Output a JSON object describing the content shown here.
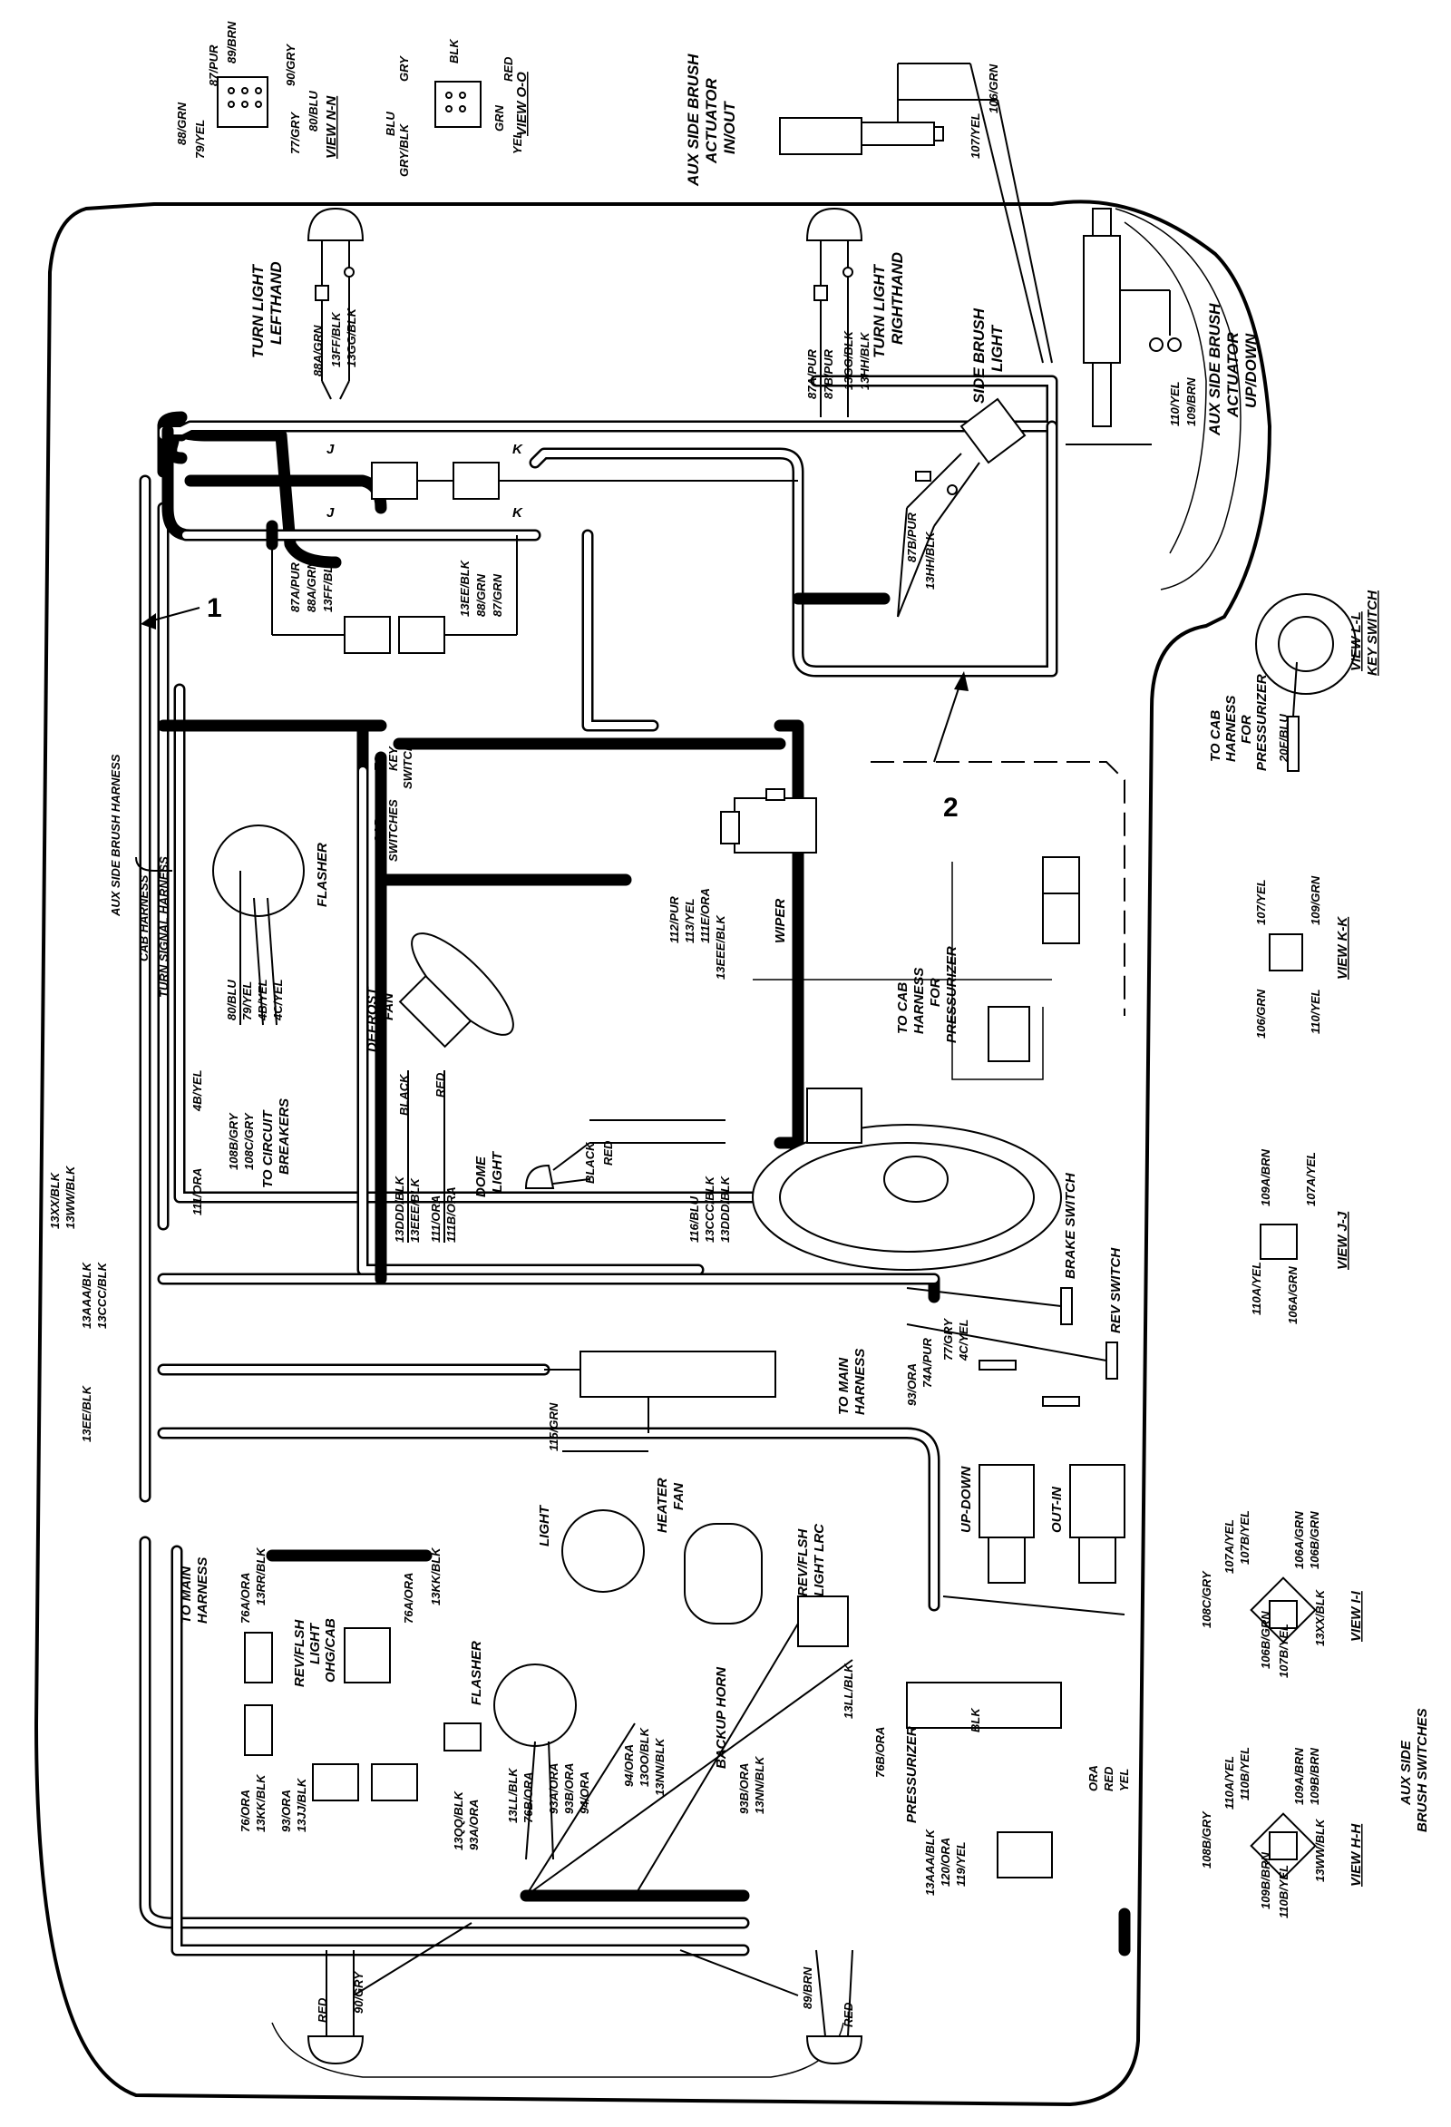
{
  "labels": {
    "view_nn": "VIEW N-N",
    "view_oo": "VIEW O-O",
    "view_ll": "VIEW L-L",
    "view_ll_sub": "KEY SWITCH",
    "view_kk": "VIEW K-K",
    "view_jj": "VIEW J-J",
    "view_ii": "VIEW I-I",
    "view_hh": "VIEW H-H",
    "aux_side_brush_switches": [
      "AUX SIDE",
      "BRUSH SWITCHES"
    ],
    "aux_actuator_inout": [
      "AUX SIDE BRUSH",
      "ACTUATOR",
      "IN/OUT"
    ],
    "aux_actuator_updown": [
      "AUX SIDE BRUSH",
      "ACTUATOR",
      "UP/DOWN"
    ],
    "turn_light_lh": [
      "TURN LIGHT",
      "LEFTHAND"
    ],
    "turn_light_rh": [
      "TURN LIGHT",
      "RIGHTHAND"
    ],
    "side_brush_light": [
      "SIDE BRUSH",
      "LIGHT"
    ],
    "to_cab_harness_1": [
      "TO CAB",
      "HARNESS",
      "FOR",
      "PRESSURIZER"
    ],
    "to_cab_harness_2": [
      "TO CAB",
      "HARNESS",
      "FOR",
      "PRESSURIZER"
    ],
    "to_key_switch": [
      "TO",
      "KEY",
      "SWITCH"
    ],
    "cab_switches": [
      "CAB",
      "SWITCHES"
    ],
    "wiper": "WIPER",
    "flasher_top": "FLASHER",
    "flasher_bottom": "FLASHER",
    "defrost_fan": [
      "DEFROST",
      "FAN"
    ],
    "dome_light": [
      "DOME",
      "LIGHT"
    ],
    "to_circuit_breakers": [
      "TO CIRCUIT",
      "BREAKERS"
    ],
    "heater_fan": [
      "HEATER",
      "FAN"
    ],
    "to_main_harness_1": [
      "TO MAIN",
      "HARNESS"
    ],
    "to_main_harness_2": [
      "TO MAIN",
      "HARNESS"
    ],
    "brake_switch": "BRAKE SWITCH",
    "rev_switch": "REV SWITCH",
    "up_down": "UP-DOWN",
    "out_in": "OUT-IN",
    "light": "LIGHT",
    "backup_horn": "BACKUP HORN",
    "rev_flsh_lrc": [
      "REV/FLSH",
      "LIGHT LRC"
    ],
    "rev_flsh_cab": [
      "REV/FLSH",
      "LIGHT",
      "OHG/CAB"
    ],
    "pressurizer": "PRESSURIZER",
    "aux_brush_harness": "AUX SIDE BRUSH HARNESS",
    "cab_harness": "CAB HARNESS",
    "turn_signal_harness": "TURN SIGNAL HARNESS",
    "black": "BLACK",
    "red": "RED",
    "callout_1": "1",
    "callout_2": "2"
  },
  "wire_labels": {
    "nn": [
      "88/GRN",
      "79/YEL",
      "87/PUR",
      "89/BRN",
      "90/GRY",
      "77/GRY",
      "80/BLU"
    ],
    "oo": [
      "GRY",
      "BLK",
      "RED",
      "BLU",
      "GRY/BLK",
      "YEL",
      "GRN"
    ],
    "inout": [
      "107/YEL",
      "106/GRN"
    ],
    "updown": [
      "110/YEL",
      "109/BRN"
    ],
    "turn_lh": [
      "88A/GRN",
      "13FF/BLK",
      "13GG/BLK"
    ],
    "turn_rh": [
      "87A/PUR",
      "87B/PUR",
      "13GG/BLK",
      "13HH/BLK"
    ],
    "side_light": [
      "87B/PUR",
      "13HH/BLK"
    ],
    "conn_left": [
      "87A/PUR",
      "88A/GRN",
      "13FF/BLK"
    ],
    "conn_right": [
      "13EE/BLK",
      "88/GRN",
      "87/GRN"
    ],
    "key": "20F/BLU",
    "kk": [
      "107/YEL",
      "109/GRN",
      "106/GRN",
      "110/YEL"
    ],
    "jj": [
      "109A/BRN",
      "107A/YEL",
      "110A/YEL",
      "106A/GRN"
    ],
    "wiper": [
      "112/PUR",
      "113/YEL",
      "111E/ORA",
      "13EEE/BLK"
    ],
    "flasher_top": [
      "80/BLU",
      "79/YEL",
      "4B/YEL",
      "4C/YEL"
    ],
    "w4b": "4B/YEL",
    "breakers": [
      "108B/GRY",
      "108C/GRY"
    ],
    "w111": "111/ORA",
    "gnd_top": [
      "13XX/BLK",
      "13WW/BLK"
    ],
    "gnd_mid": [
      "13AAA/BLK",
      "13CCC/BLK"
    ],
    "gnd_13ee": "13EE/BLK",
    "defrost": [
      "13DDD/BLK",
      "13EEE/BLK",
      "111/ORA",
      "111B/ORA"
    ],
    "dome": [
      "116/BLU",
      "13CCC/BLK",
      "13DDD/BLK"
    ],
    "heater": "115/GRN",
    "brake_rev": [
      "93/ORA",
      "74A/PUR",
      "77/GRY",
      "4C/YEL"
    ],
    "cab_flsh": [
      "76A/ORA",
      "13RR/BLK",
      "76A/ORA",
      "13KK/BLK"
    ],
    "bottom_left": [
      "76/ORA",
      "13KK/BLK",
      "93/ORA",
      "13JJ/BLK"
    ],
    "flasher_bot": [
      "13QQ/BLK",
      "93A/ORA",
      "13LL/BLK",
      "76B/ORA",
      "93A/ORA",
      "93B/ORA",
      "94/ORA"
    ],
    "horn": [
      "94/ORA",
      "13OO/BLK",
      "13NN/BLK",
      "93B/ORA",
      "13NN/BLK"
    ],
    "lrc": [
      "13LL/BLK",
      "76B/ORA"
    ],
    "press": [
      "13AAA/BLK",
      "120/ORA",
      "119/YEL"
    ],
    "press_conn": [
      "ORA",
      "RED",
      "YEL",
      "BLK"
    ],
    "ii": [
      "108C/GRY",
      "107A/YEL",
      "107B/YEL",
      "106A/GRN",
      "106B/GRN",
      "13XX/BLK",
      "107B/YEL",
      "106B/GRN"
    ],
    "hh": [
      "108B/GRY",
      "110A/YEL",
      "110B/YEL",
      "109A/BRN",
      "109B/BRN",
      "13WW/BLK",
      "110B/YEL",
      "109B/BRN"
    ],
    "rear_left": [
      "RED",
      "90/GRY"
    ],
    "rear_right": [
      "89/BRN",
      "RED"
    ]
  }
}
